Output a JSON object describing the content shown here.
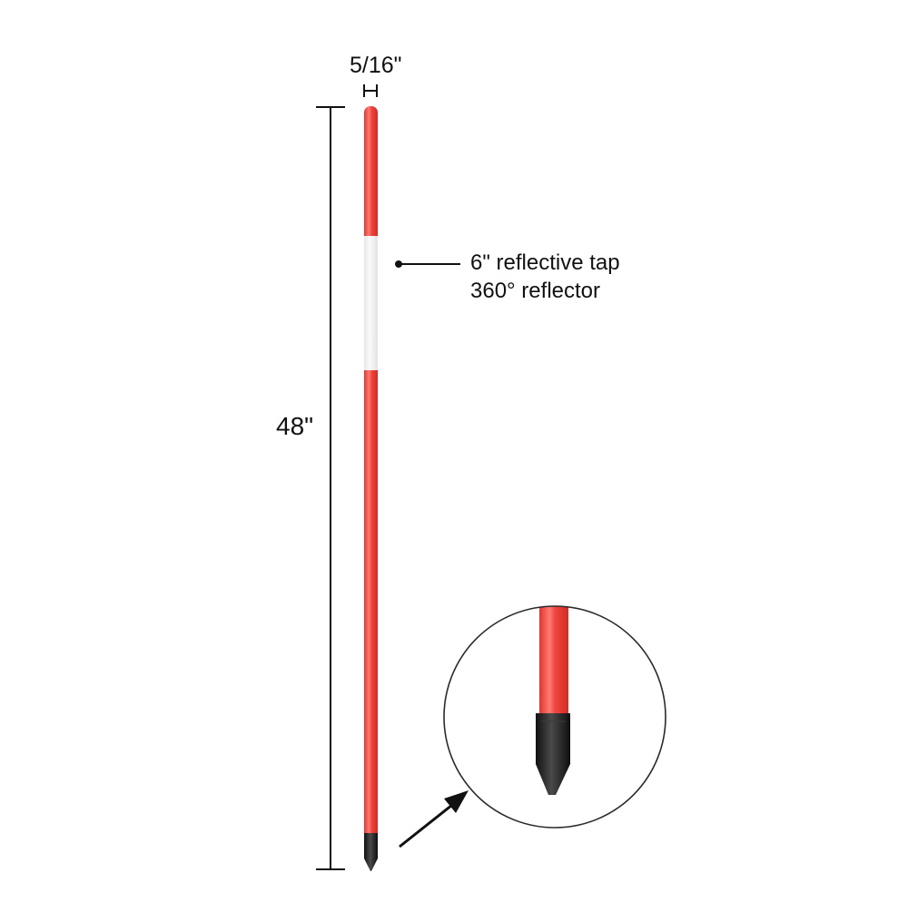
{
  "dimensions": {
    "diameter_label": "5/16\"",
    "length_label": "48\""
  },
  "callout": {
    "line1": "6\" reflective tap",
    "line2": "360° reflector"
  },
  "colors": {
    "stake_red": "#f0453e",
    "stake_red_highlight": "#ff8a83",
    "reflective_band": "#f4f4f4",
    "tip": "#1a1a1a",
    "lines": "#111111"
  },
  "parts": {
    "stake": "fiberglass-stake",
    "band": "reflective-band",
    "tip": "black-tip",
    "detail": "tip-detail-magnifier"
  }
}
